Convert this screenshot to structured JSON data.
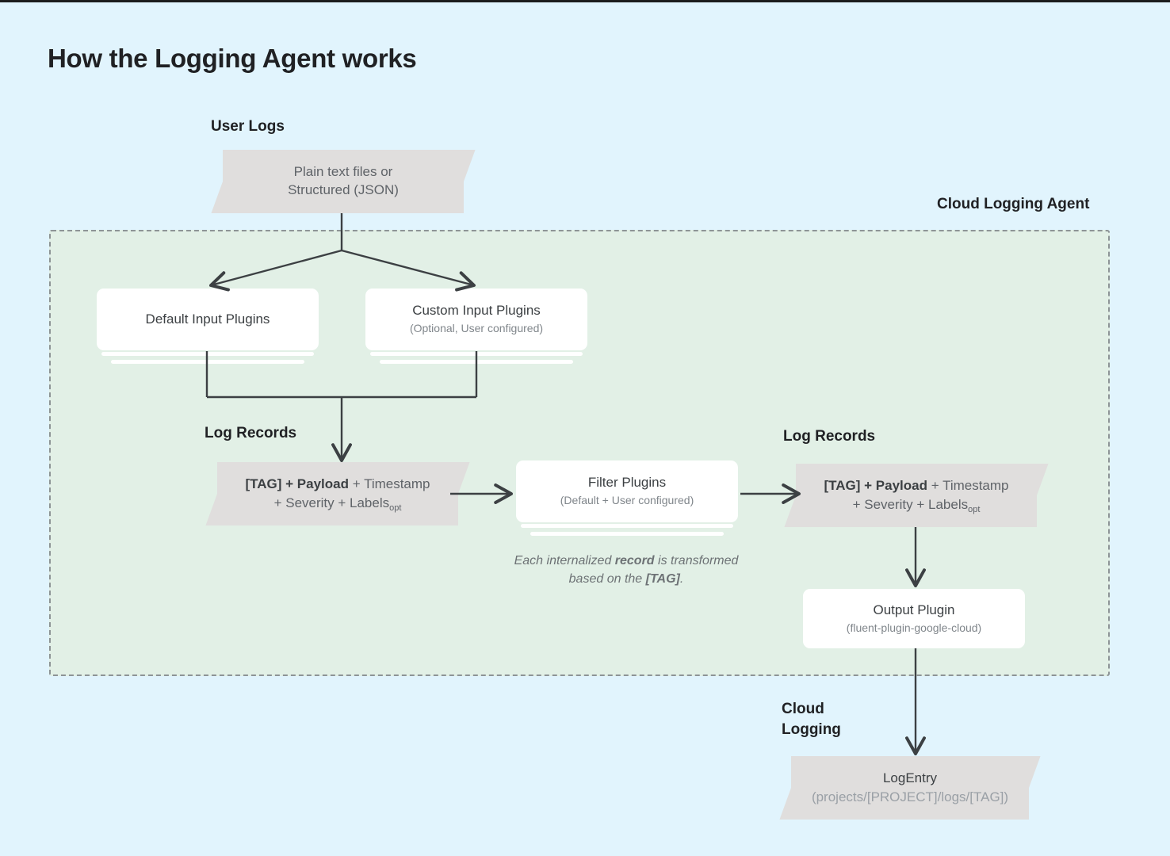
{
  "page": {
    "title": "How the Logging Agent works",
    "bg_color": "#e1f4fd",
    "agent_bg_color": "#e2f0e6",
    "shape_color": "#e0dedd",
    "card_color": "#ffffff",
    "line_color": "#3c4043"
  },
  "labels": {
    "user_logs": "User Logs",
    "cloud_logging_agent": "Cloud Logging Agent",
    "log_records_left": "Log Records",
    "log_records_right": "Log Records",
    "cloud_logging": "Cloud\nLogging"
  },
  "nodes": {
    "user_logs_source": {
      "line1": "Plain text files or",
      "line2": "Structured (JSON)"
    },
    "default_input_plugins": {
      "title": "Default Input Plugins",
      "subtitle": ""
    },
    "custom_input_plugins": {
      "title": "Custom Input Plugins",
      "subtitle": "(Optional, User configured)"
    },
    "log_record_left": {
      "tag": "[TAG]",
      "plus1": " + ",
      "payload": "Payload",
      "rest1": " + Timestamp",
      "rest2": "+ Severity + Labels",
      "sub": "opt"
    },
    "filter_plugins": {
      "title": "Filter Plugins",
      "subtitle": "(Default + User configured)"
    },
    "log_record_right": {
      "tag": "[TAG]",
      "plus1": " + ",
      "payload": "Payload",
      "rest1": " + Timestamp",
      "rest2": "+ Severity + Labels",
      "sub": "opt"
    },
    "output_plugin": {
      "title": "Output Plugin",
      "subtitle": "(fluent-plugin-google-cloud)"
    },
    "log_entry": {
      "title": "LogEntry",
      "subtitle": "(projects/[PROJECT]/logs/[TAG])"
    }
  },
  "caption": {
    "part1": "Each internalized ",
    "bold1": "record",
    "part2": " is transformed based on the ",
    "bold2": "[TAG]",
    "part3": "."
  }
}
